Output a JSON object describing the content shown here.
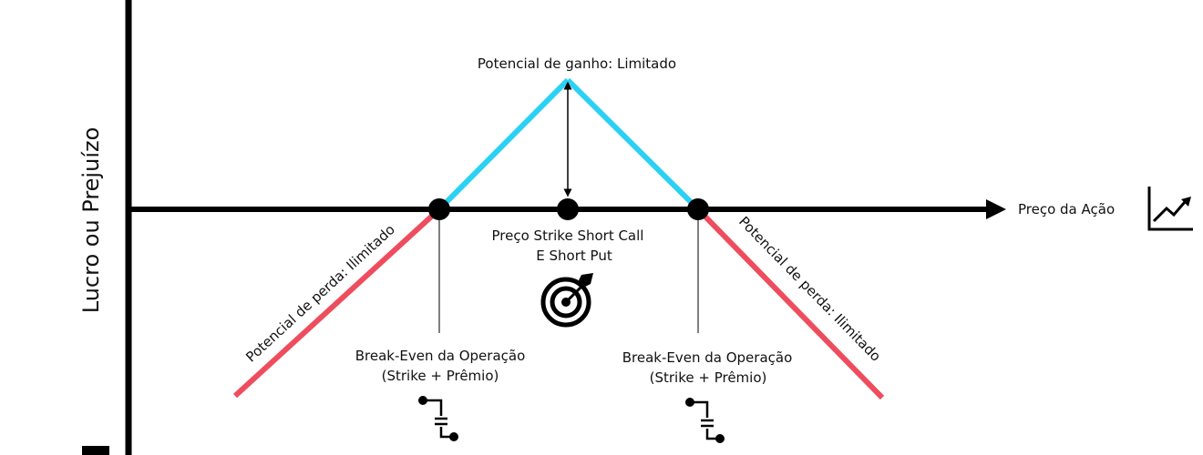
{
  "axes": {
    "y_label": "Lucro ou Prejuízo",
    "x_label": "Preço da Ação"
  },
  "labels": {
    "gain": "Potencial de ganho: Limitado",
    "loss_left": "Potencial de perda: Ilimitado",
    "loss_right": "Potencial de perda: Ilimitado",
    "strike_line1": "Preço Strike Short Call",
    "strike_line2": "E Short Put",
    "be_left_line1": "Break-Even da Operação",
    "be_left_line2": "(Strike + Prêmio)",
    "be_right_line1": "Break-Even da Operação",
    "be_right_line2": "(Strike + Prêmio)"
  },
  "icons": {
    "price_axis": "trend-chart-icon",
    "strike": "target-icon",
    "breakeven": "split-path-icon"
  },
  "colors": {
    "gain_line": "#2BD1F2",
    "loss_line": "#EE4D5E",
    "axis": "#000000"
  }
}
